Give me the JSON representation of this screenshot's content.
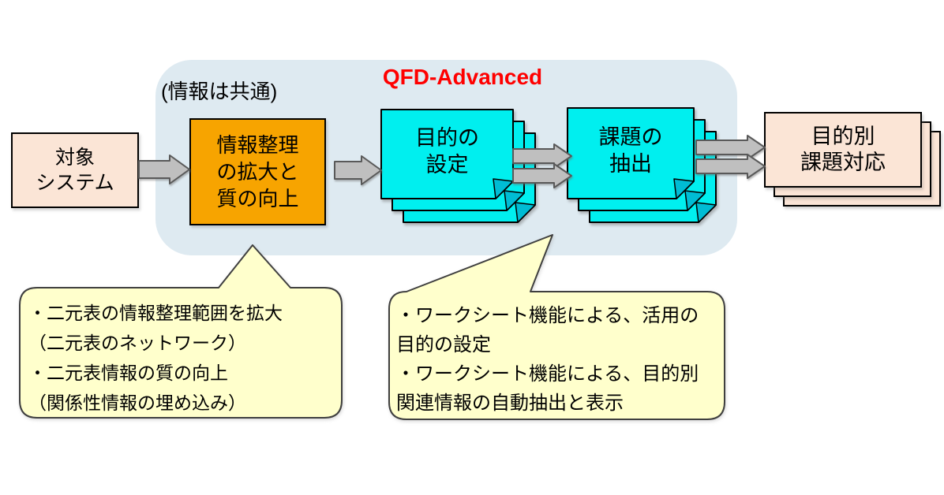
{
  "diagram": {
    "title": "QFD-Advanced",
    "note": "(情報は共通)"
  },
  "nodes": {
    "source": {
      "lines": [
        "対象",
        "システム"
      ]
    },
    "organize": {
      "lines": [
        "情報整理",
        "の拡大と",
        "質の向上"
      ]
    },
    "purpose": {
      "lines": [
        "目的の",
        "設定"
      ]
    },
    "issues": {
      "lines": [
        "課題の",
        "抽出"
      ]
    },
    "response": {
      "lines": [
        "目的別",
        "課題対応"
      ]
    }
  },
  "callouts": {
    "left": {
      "lines": [
        "・二元表の情報整理範囲を拡大",
        "（二元表のネットワーク）",
        "・二元表情報の質の向上",
        "（関係性情報の埋め込み）"
      ]
    },
    "right": {
      "lines": [
        "・ワークシート機能による、活用の",
        "目的の設定",
        "・ワークシート機能による、目的別",
        "関連情報の自動抽出と表示"
      ]
    }
  },
  "icons": {
    "flow_arrow": "block-arrow-right",
    "sheet_fold": "folded-corner"
  },
  "colors": {
    "container_bg": "#DEEAF1",
    "peach": "#FBE5D6",
    "orange": "#F7A400",
    "cyan": "#00EFEF",
    "fold": "#00BCD4",
    "arrow_fill": "#BFBFBF",
    "arrow_stroke": "#595959",
    "callout_bg": "#FFFFCC",
    "callout_border": "#3F3F3F",
    "title_red": "#FF0000",
    "ink": "#000000"
  }
}
